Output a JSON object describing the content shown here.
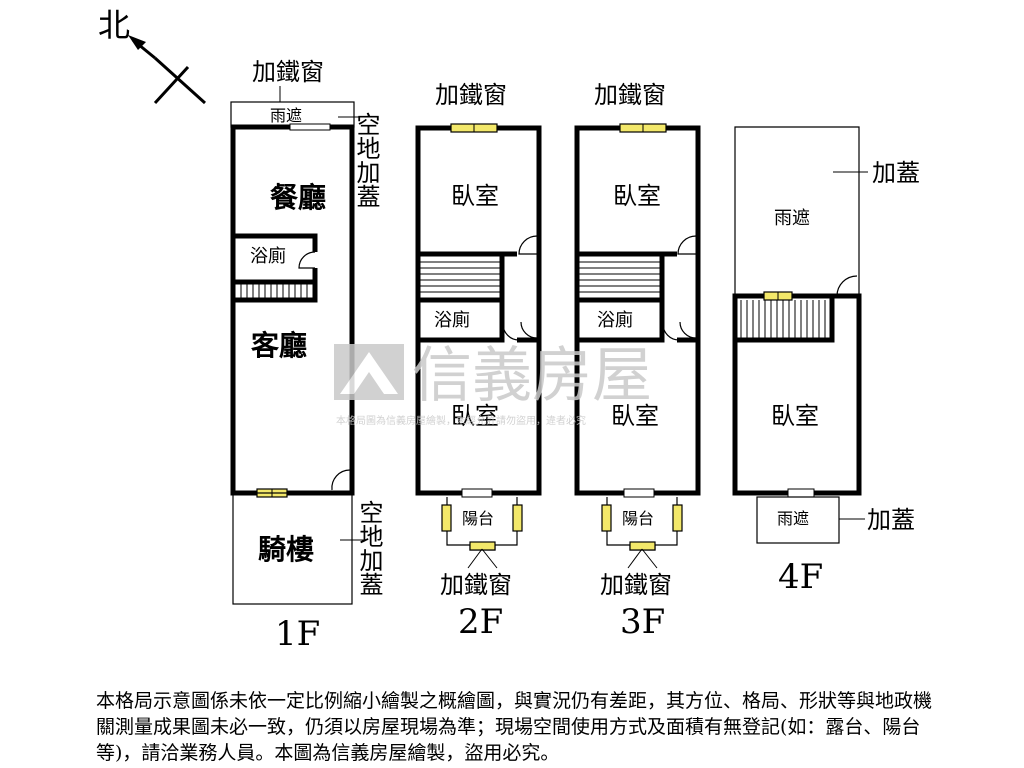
{
  "north": "北",
  "floors": {
    "f1": {
      "label": "1F",
      "rooms": {
        "dining": "餐廳",
        "bath": "浴廁",
        "living": "客廳",
        "arcade": "騎樓",
        "canopy": "雨遮"
      },
      "notes": {
        "iron_window": "加鐵窗",
        "vacant_add_top": "空地加蓋",
        "vacant_add_bottom": "空地加蓋"
      }
    },
    "f2": {
      "label": "2F",
      "rooms": {
        "bed_top": "臥室",
        "bath": "浴廁",
        "bed_bottom": "臥室",
        "balcony": "陽台"
      },
      "notes": {
        "iron_window_top": "加鐵窗",
        "iron_window_bottom": "加鐵窗"
      }
    },
    "f3": {
      "label": "3F",
      "rooms": {
        "bed_top": "臥室",
        "bath": "浴廁",
        "bed_bottom": "臥室",
        "balcony": "陽台"
      },
      "notes": {
        "iron_window_top": "加鐵窗",
        "iron_window_bottom": "加鐵窗"
      }
    },
    "f4": {
      "label": "4F",
      "rooms": {
        "canopy_top": "雨遮",
        "bed": "臥室",
        "canopy_bottom": "雨遮"
      },
      "notes": {
        "addition_top": "加蓋",
        "addition_bottom": "加蓋"
      }
    }
  },
  "watermark": {
    "brand": "信義房屋",
    "notice": "本格局圖為信義房屋繪製，未經允許請勿盜用，違者必究"
  },
  "disclaimer": "本格局示意圖係未依一定比例縮小繪製之概繪圖，與實況仍有差距，其方位、格局、形狀等與地政機關測量成果圖未必一致，仍須以房屋現場為準；現場空間使用方式及面積有無登記(如：露台、陽台等)，請洽業務人員。本圖為信義房屋繪製，盜用必究。"
}
